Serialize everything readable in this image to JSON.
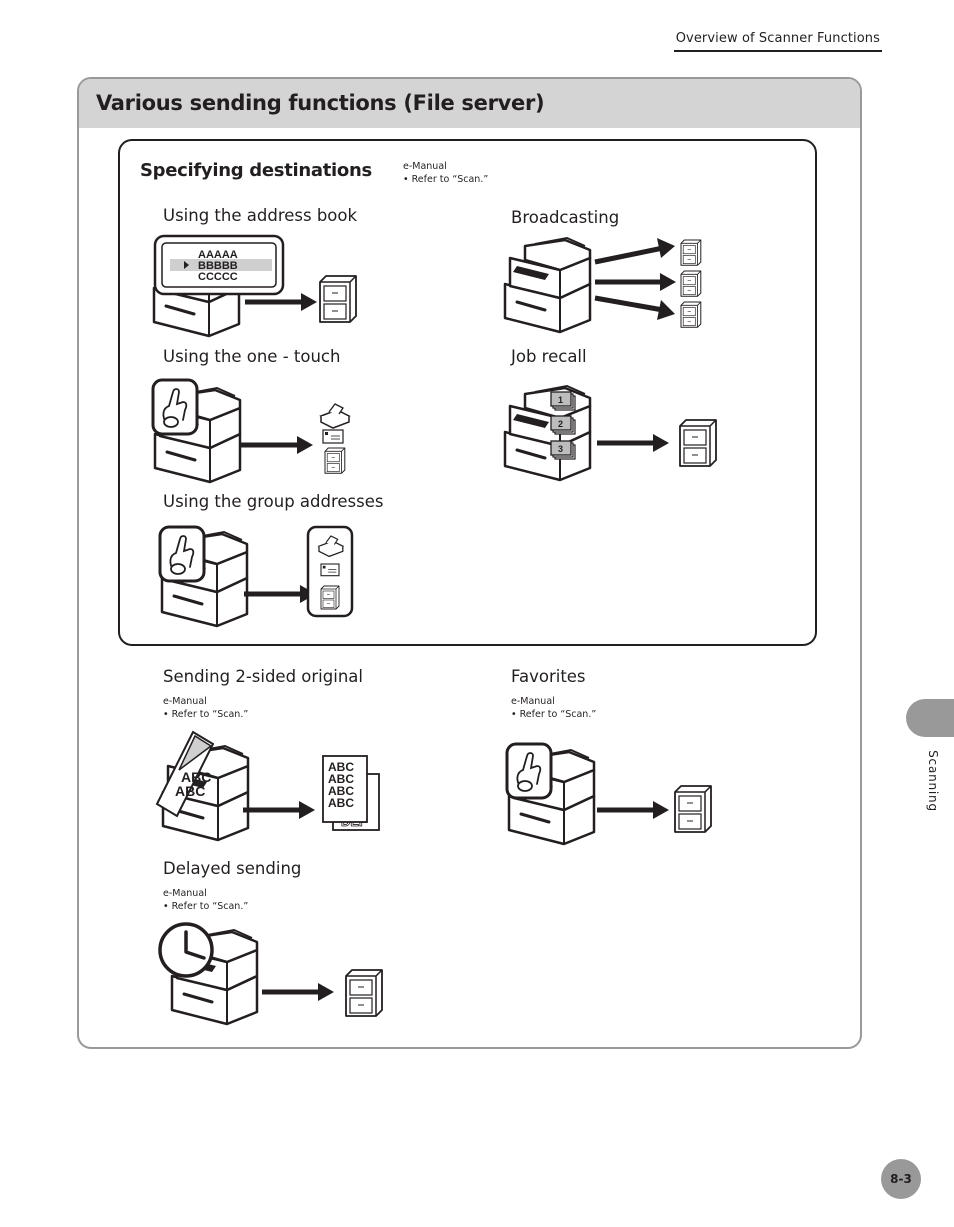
{
  "header": {
    "section_title": "Overview of Scanner Functions"
  },
  "panel": {
    "title": "Various sending functions (File server)"
  },
  "specifying": {
    "title": "Specifying destinations",
    "ref_line1": "e-Manual",
    "ref_line2": "• Refer to “Scan.”",
    "address_book": {
      "label": "Using the address book",
      "display_lines": [
        "AAAAA",
        "BBBBB",
        "CCCCC"
      ]
    },
    "broadcasting": {
      "label": "Broadcasting"
    },
    "one_touch": {
      "label": "Using the one - touch"
    },
    "job_recall": {
      "label": "Job recall",
      "job_numbers": [
        "1",
        "2",
        "3"
      ]
    },
    "group": {
      "label": "Using the group addresses"
    }
  },
  "two_sided": {
    "label": "Sending 2-sided original",
    "ref_line1": "e-Manual",
    "ref_line2": "• Refer to “Scan.”",
    "page_text": "ABC",
    "back_text": "DEF"
  },
  "favorites": {
    "label": "Favorites",
    "ref_line1": "e-Manual",
    "ref_line2": "• Refer to “Scan.”"
  },
  "delayed": {
    "label": "Delayed sending",
    "ref_line1": "e-Manual",
    "ref_line2": "• Refer to “Scan.”"
  },
  "side_tab": {
    "label": "Scanning"
  },
  "page_number": "8-3",
  "colors": {
    "text": "#231f20",
    "band": "#d4d4d4",
    "tab": "#999999"
  }
}
